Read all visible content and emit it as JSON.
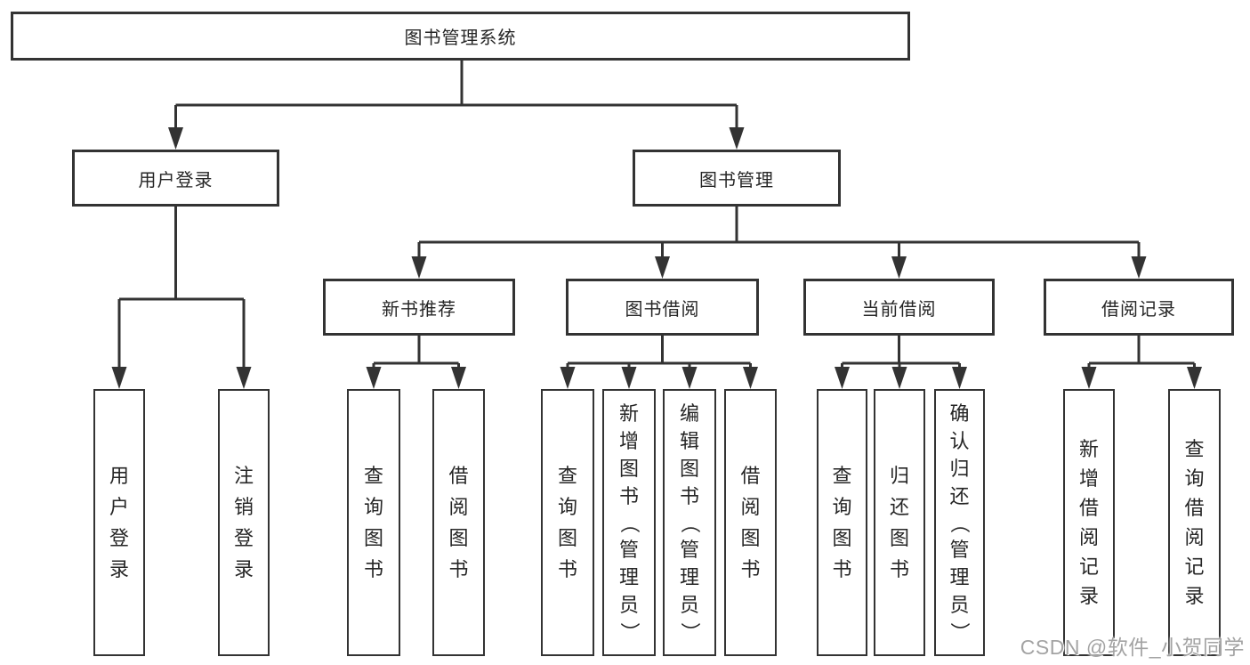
{
  "diagram": {
    "root": {
      "label": "图书管理系统"
    },
    "branches": [
      {
        "label": "用户登录",
        "children": [
          {
            "label": "用户登录"
          },
          {
            "label": "注销登录"
          }
        ]
      },
      {
        "label": "图书管理",
        "children": [
          {
            "label": "新书推荐",
            "children": [
              {
                "label": "查询图书"
              },
              {
                "label": "借阅图书"
              }
            ]
          },
          {
            "label": "图书借阅",
            "children": [
              {
                "label": "查询图书"
              },
              {
                "label": "新增图书（管理员）"
              },
              {
                "label": "编辑图书（管理员）"
              },
              {
                "label": "借阅图书"
              }
            ]
          },
          {
            "label": "当前借阅",
            "children": [
              {
                "label": "查询图书"
              },
              {
                "label": "归还图书"
              },
              {
                "label": "确认归还（管理员）"
              }
            ]
          },
          {
            "label": "借阅记录",
            "children": [
              {
                "label": "新增借阅记录"
              },
              {
                "label": "查询借阅记录"
              }
            ]
          }
        ]
      }
    ]
  },
  "watermark": {
    "text": "CSDN @软件_小贺同学"
  },
  "colors": {
    "line": "#333333",
    "box_border": "#333333",
    "box_fill": "#ffffff",
    "text": "#262626",
    "watermark": "#9e9e9e",
    "background": "#ffffff"
  }
}
